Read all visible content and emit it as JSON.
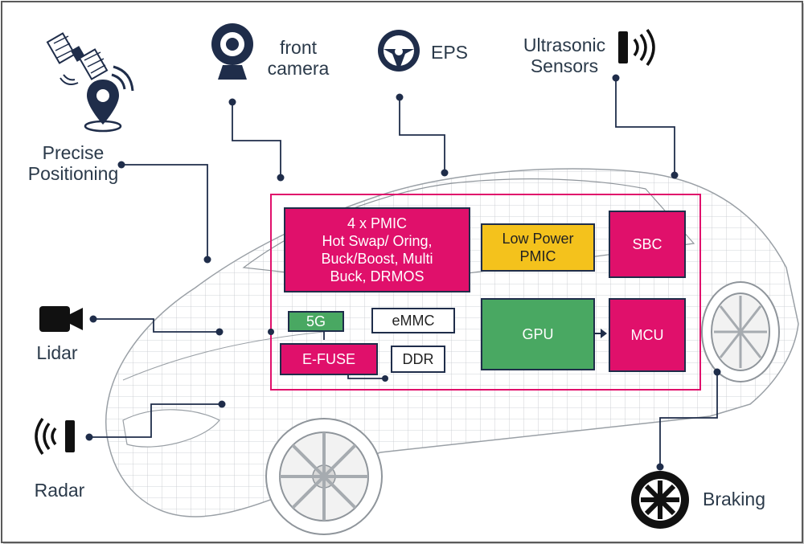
{
  "peripherals": {
    "positioning": [
      "Precise",
      "Positioning"
    ],
    "camera": [
      "front",
      "camera"
    ],
    "eps": "EPS",
    "ultrasonic": [
      "Ultrasonic",
      "Sensors"
    ],
    "lidar": "Lidar",
    "radar": "Radar",
    "braking": "Braking"
  },
  "blocks": {
    "pmic": [
      "4 x PMIC",
      "Hot Swap/ Oring,",
      "Buck/Boost, Multi",
      "Buck, DRMOS"
    ],
    "low_power_pmic": [
      "Low Power",
      "PMIC"
    ],
    "sbc": "SBC",
    "fiveg": "5G",
    "emmc": "eMMC",
    "efuse": "E-FUSE",
    "ddr": "DDR",
    "gpu": "GPU",
    "mcu": "MCU"
  },
  "colors": {
    "pink": "#e0106b",
    "green": "#49a862",
    "yellow": "#f4c21c",
    "navy": "#1f2d4a",
    "border": "#e0106b"
  },
  "icons": [
    "satellite-icon",
    "location-pin-icon",
    "webcam-icon",
    "steering-wheel-icon",
    "ultrasonic-sensor-icon",
    "lidar-camera-icon",
    "radar-icon",
    "wheel-icon"
  ]
}
